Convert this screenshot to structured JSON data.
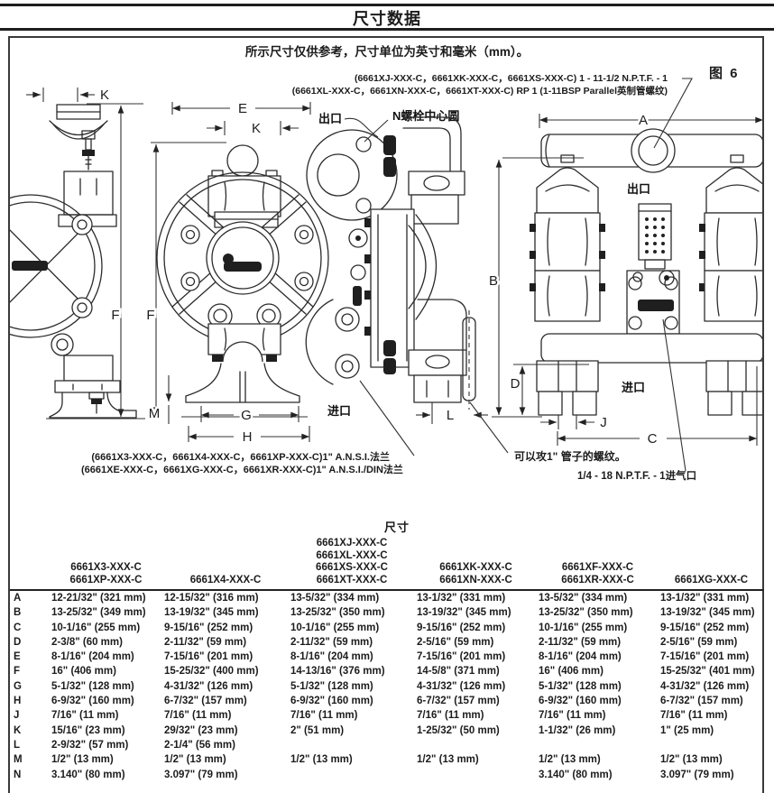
{
  "page": {
    "title": "尺寸数据"
  },
  "figure": {
    "label": "图 6",
    "note": "所示尺寸仅供参考，尺寸单位为英寸和毫米（mm）。",
    "thread_note_line1": "(6661XJ-XXX-C，6661XK-XXX-C，6661XS-XXX-C) 1 - 11-1/2 N.P.T.F. - 1",
    "thread_note_line2": "(6661XL-XXX-C，6661XN-XXX-C，6661XT-XXX-C) RP 1 (1-11BSP Parallel英制管螺纹)",
    "bolt_circle_label": "N螺栓中心圆",
    "outlet_label": "出口",
    "inlet_label": "进口",
    "flange_note_line1": "(6661X3-XXX-C，6661X4-XXX-C，6661XP-XXX-C)1\" A.N.S.I.法兰",
    "flange_note_line2": "(6661XE-XXX-C，6661XG-XXX-C，6661XR-XXX-C)1\" A.N.S.I./DIN法兰",
    "tap_note": "可以攻1\" 管子的螺纹。",
    "air_inlet_note": "1/4 - 18 N.P.T.F. - 1进气口",
    "dims": {
      "K": "K",
      "E": "E",
      "F": "F",
      "M": "M",
      "G": "G",
      "H": "H",
      "A": "A",
      "B": "B",
      "C": "C",
      "D": "D",
      "J": "J",
      "L": "L"
    }
  },
  "table": {
    "title": "尺寸",
    "columns": [
      {
        "models": [
          "6661X3-XXX-C",
          "6661XP-XXX-C"
        ]
      },
      {
        "models": [
          "6661X4-XXX-C"
        ]
      },
      {
        "models": [
          "6661XJ-XXX-C",
          "6661XL-XXX-C",
          "6661XS-XXX-C",
          "6661XT-XXX-C"
        ]
      },
      {
        "models": [
          "6661XK-XXX-C",
          "6661XN-XXX-C"
        ]
      },
      {
        "models": [
          "6661XF-XXX-C",
          "6661XR-XXX-C"
        ]
      },
      {
        "models": [
          "6661XG-XXX-C"
        ]
      }
    ],
    "rows": [
      {
        "label": "A",
        "values": [
          "12-21/32\" (321 mm)",
          "12-15/32\" (316 mm)",
          "13-5/32\" (334 mm)",
          "13-1/32\" (331 mm)",
          "13-5/32\" (334 mm)",
          "13-1/32\" (331 mm)"
        ]
      },
      {
        "label": "B",
        "values": [
          "13-25/32\" (349 mm)",
          "13-19/32\" (345 mm)",
          "13-25/32\" (350 mm)",
          "13-19/32\" (345 mm)",
          "13-25/32\" (350 mm)",
          "13-19/32\" (345 mm)"
        ]
      },
      {
        "label": "C",
        "values": [
          "10-1/16\" (255 mm)",
          "9-15/16\" (252 mm)",
          "10-1/16\" (255 mm)",
          "9-15/16\" (252 mm)",
          "10-1/16\" (255 mm)",
          "9-15/16\" (252 mm)"
        ]
      },
      {
        "label": "D",
        "values": [
          "2-3/8\" (60 mm)",
          "2-11/32\" (59 mm)",
          "2-11/32\" (59 mm)",
          "2-5/16\" (59 mm)",
          "2-11/32\" (59 mm)",
          "2-5/16\" (59 mm)"
        ]
      },
      {
        "label": "E",
        "values": [
          "8-1/16\" (204 mm)",
          "7-15/16\" (201 mm)",
          "8-1/16\" (204 mm)",
          "7-15/16\" (201 mm)",
          "8-1/16\" (204 mm)",
          "7-15/16\" (201 mm)"
        ]
      },
      {
        "label": "F",
        "values": [
          "16\" (406 mm)",
          "15-25/32\" (400 mm)",
          "14-13/16\" (376 mm)",
          "14-5/8\" (371 mm)",
          "16\" (406 mm)",
          "15-25/32\" (401 mm)"
        ]
      },
      {
        "label": "G",
        "values": [
          "5-1/32\" (128 mm)",
          "4-31/32\" (126 mm)",
          "5-1/32\" (128 mm)",
          "4-31/32\" (126 mm)",
          "5-1/32\" (128 mm)",
          "4-31/32\" (126 mm)"
        ]
      },
      {
        "label": "H",
        "values": [
          "6-9/32\" (160 mm)",
          "6-7/32\" (157 mm)",
          "6-9/32\" (160 mm)",
          "6-7/32\" (157 mm)",
          "6-9/32\" (160 mm)",
          "6-7/32\" (157 mm)"
        ]
      },
      {
        "label": "J",
        "values": [
          "7/16\" (11 mm)",
          "7/16\" (11 mm)",
          "7/16\" (11 mm)",
          "7/16\" (11 mm)",
          "7/16\" (11 mm)",
          "7/16\" (11 mm)"
        ]
      },
      {
        "label": "K",
        "values": [
          "15/16\" (23 mm)",
          "29/32\" (23 mm)",
          "2\" (51 mm)",
          "1-25/32\" (50 mm)",
          "1-1/32\" (26 mm)",
          "1\" (25 mm)"
        ]
      },
      {
        "label": "L",
        "values": [
          "2-9/32\" (57 mm)",
          "2-1/4\" (56 mm)",
          "",
          "",
          "",
          ""
        ]
      },
      {
        "label": "M",
        "values": [
          "1/2\" (13 mm)",
          "1/2\" (13 mm)",
          "1/2\" (13 mm)",
          "1/2\" (13 mm)",
          "1/2\" (13 mm)",
          "1/2\" (13 mm)"
        ]
      },
      {
        "label": "N",
        "values": [
          "3.140\" (80 mm)",
          "3.097\" (79 mm)",
          "",
          "",
          "3.140\" (80 mm)",
          "3.097\" (79 mm)"
        ]
      }
    ]
  }
}
